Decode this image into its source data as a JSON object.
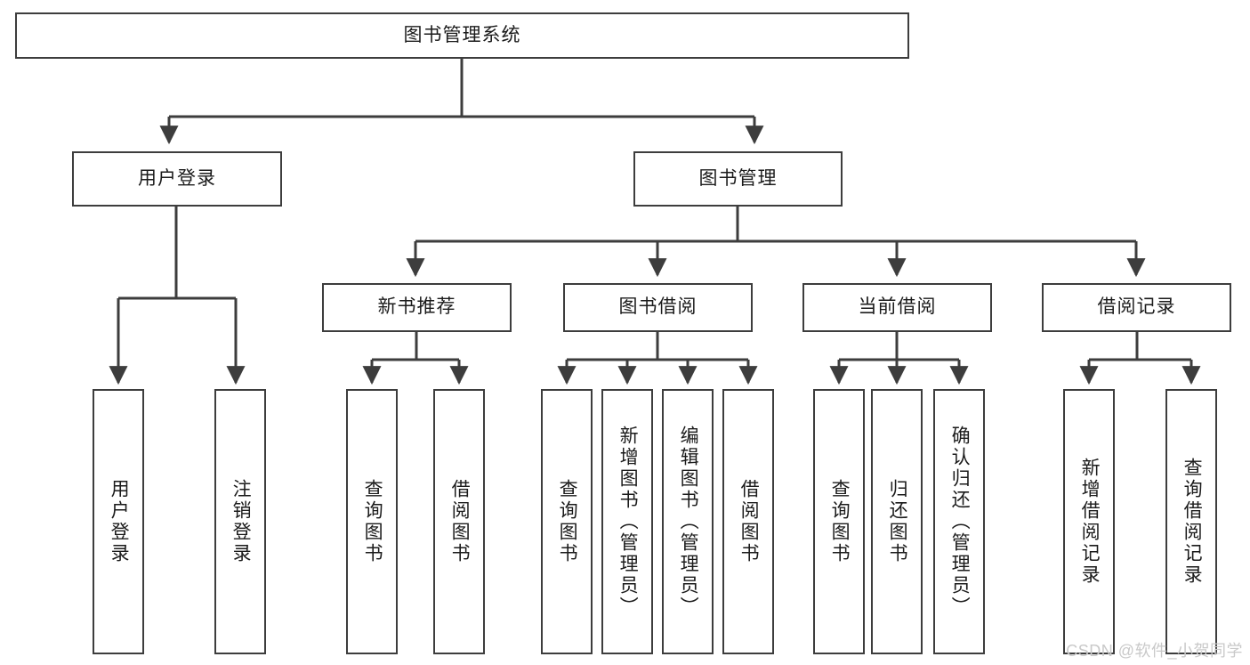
{
  "diagram": {
    "type": "tree-hierarchy",
    "title": "图书管理系统",
    "stroke_color": "#3d3d3d",
    "background_color": "#ffffff",
    "text_color": "#1b1b1b",
    "watermark": "CSDN @软件_小贺同学",
    "root": {
      "id": "root",
      "label": "图书管理系统"
    },
    "level2": [
      {
        "id": "user-login",
        "label": "用户登录"
      },
      {
        "id": "book-manage",
        "label": "图书管理"
      }
    ],
    "level3": [
      {
        "id": "new-book-recommend",
        "label": "新书推荐"
      },
      {
        "id": "book-borrow",
        "label": "图书借阅"
      },
      {
        "id": "current-borrow",
        "label": "当前借阅"
      },
      {
        "id": "borrow-record",
        "label": "借阅记录"
      }
    ],
    "leaves": {
      "user_login": [
        {
          "id": "leaf-user-login",
          "label": "用户登录"
        },
        {
          "id": "leaf-logout-login",
          "label": "注销登录"
        }
      ],
      "new_book_recommend": [
        {
          "id": "leaf-query-book-1",
          "label": "查询图书"
        },
        {
          "id": "leaf-borrow-book-1",
          "label": "借阅图书"
        }
      ],
      "book_borrow": [
        {
          "id": "leaf-query-book-2",
          "label": "查询图书"
        },
        {
          "id": "leaf-add-book",
          "label": "新增图书（管理员）"
        },
        {
          "id": "leaf-edit-book",
          "label": "编辑图书（管理员）"
        },
        {
          "id": "leaf-borrow-book-2",
          "label": "借阅图书"
        }
      ],
      "current_borrow": [
        {
          "id": "leaf-query-book-3",
          "label": "查询图书"
        },
        {
          "id": "leaf-return-book",
          "label": "归还图书"
        },
        {
          "id": "leaf-confirm-return",
          "label": "确认归还（管理员）"
        }
      ],
      "borrow_record": [
        {
          "id": "leaf-add-record",
          "label": "新增借阅记录"
        },
        {
          "id": "leaf-query-record",
          "label": "查询借阅记录"
        }
      ]
    }
  }
}
